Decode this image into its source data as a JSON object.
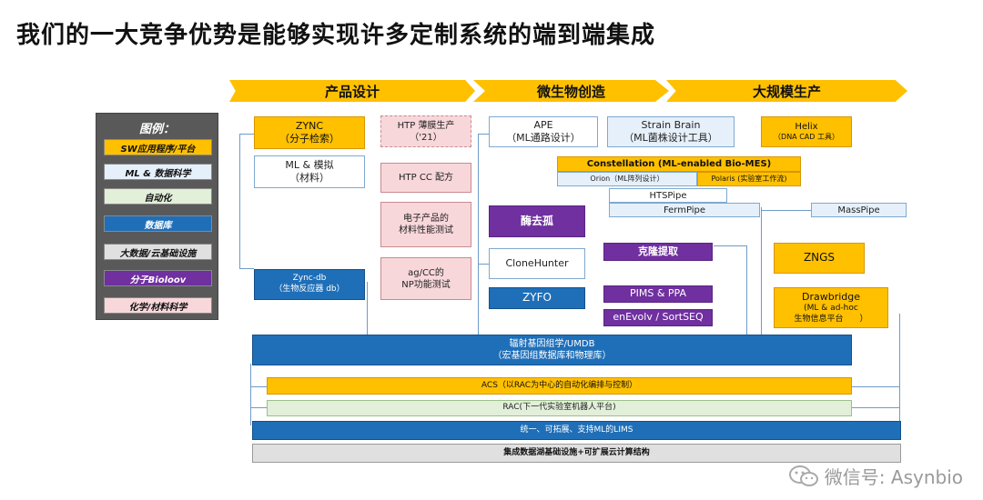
{
  "title": "我们的一大竞争优势是能够实现许多定制系统的端到端集成",
  "stages": [
    "产品设计",
    "微生物创造",
    "大规模生产"
  ],
  "legend": {
    "title": "图例：",
    "items": [
      "SW应用程序/平台",
      "ML & 数据科学",
      "自动化",
      "数据库",
      "大数据/云基础设施",
      "分子Bioloov",
      "化学/材料科学"
    ],
    "colors": [
      "#ffc000",
      "#e6f0fa",
      "#e2efd9",
      "#1f6fb8",
      "#e0e0e0",
      "#7030a0",
      "#f8d7da"
    ]
  },
  "boxes": {
    "zync": [
      "ZYNC",
      "（分子检索）"
    ],
    "ml_sim": [
      "ML & 模拟",
      "（材料）"
    ],
    "zync_db": [
      "Zync-db",
      "（生物反应器 db）"
    ],
    "htp_film": [
      "HTP 薄膜生产",
      "（'21）"
    ],
    "htp_cc": "HTP CC 配方",
    "elec_test": [
      "电子产品的",
      "材料性能测试"
    ],
    "ag_cc": [
      "ag/CC的",
      "NP功能测试"
    ],
    "ape": [
      "APE",
      "（ML通路设计）"
    ],
    "strain_brain": [
      "Strain Brain",
      "（ML菌株设计工具）"
    ],
    "helix": [
      "Helix",
      "（DNA CAD 工具）"
    ],
    "constellation": "Constellation (ML-enabled Bio-MES)",
    "orion": "Orion（ML阵列设计）",
    "polaris": "Polaris (实验室工作流)",
    "htspipe": "HTSPipe",
    "fermpipe": "FermPipe",
    "masspipe": "MassPipe",
    "enzyme": "酶去孤",
    "clonehunter": "CloneHunter",
    "zyfo": "ZYFO",
    "clone_extract": "克隆提取",
    "pims": "PIMS & PPA",
    "enevolv": "enEvolv / SortSEQ",
    "zngs": "ZNGS",
    "drawbridge": [
      "Drawbridge",
      "(ML & ad-hoc",
      "生物信息平台　　）"
    ]
  },
  "bars": {
    "umdb": [
      "辐射基因组学/UMDB",
      "（宏基因组数据库和物理库）"
    ],
    "acs": "ACS（以RAC为中心的自动化编排与控制）",
    "rac": "RAC(下一代实验室机器人平台)",
    "lims": "统一、可拓展、支持ML的LIMS",
    "infra": "集成数据湖基础设施+可扩展云计算结构"
  },
  "watermark": "微信号: Asynbio"
}
